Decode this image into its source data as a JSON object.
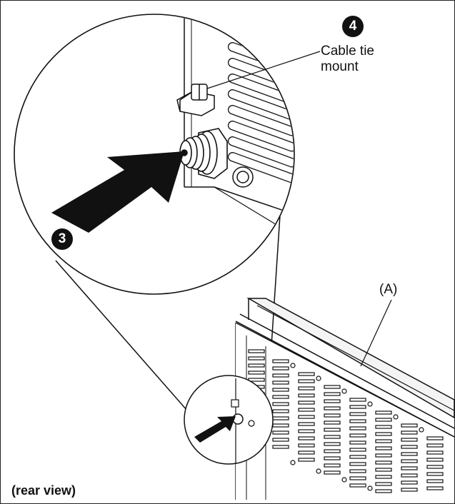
{
  "callouts": {
    "step3": "3",
    "step4": "4",
    "cable_tie_line1": "Cable tie",
    "cable_tie_line2": "mount",
    "part_a": "(A)"
  },
  "caption": "(rear view)",
  "colors": {
    "ink": "#111111",
    "paper": "#ffffff"
  }
}
